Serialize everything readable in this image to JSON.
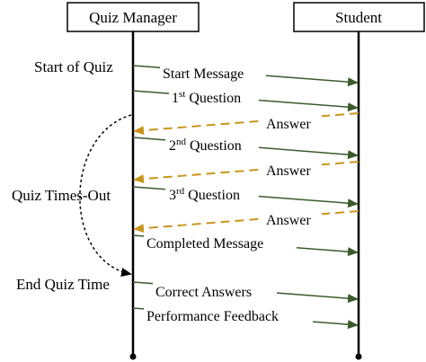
{
  "diagram_type": "sequence",
  "participants": [
    {
      "id": "quiz-manager",
      "label": "Quiz Manager"
    },
    {
      "id": "student",
      "label": "Student"
    }
  ],
  "events": {
    "start": "Start of Quiz",
    "timeout": "Quiz Times-Out",
    "end": "End Quiz Time"
  },
  "messages": [
    {
      "id": "start-message",
      "from": "quiz-manager",
      "to": "student",
      "label": "Start Message",
      "style": "solid"
    },
    {
      "id": "question-1",
      "from": "quiz-manager",
      "to": "student",
      "label_num": "1",
      "label_sup": "st",
      "label_rest": " Question",
      "style": "solid"
    },
    {
      "id": "answer-1",
      "from": "student",
      "to": "quiz-manager",
      "label": "Answer",
      "style": "dashed"
    },
    {
      "id": "question-2",
      "from": "quiz-manager",
      "to": "student",
      "label_num": "2",
      "label_sup": "nd",
      "label_rest": " Question",
      "style": "solid"
    },
    {
      "id": "answer-2",
      "from": "student",
      "to": "quiz-manager",
      "label": "Answer",
      "style": "dashed"
    },
    {
      "id": "question-3",
      "from": "quiz-manager",
      "to": "student",
      "label_num": "3",
      "label_sup": "rd",
      "label_rest": " Question",
      "style": "solid"
    },
    {
      "id": "answer-3",
      "from": "student",
      "to": "quiz-manager",
      "label": "Answer",
      "style": "dashed"
    },
    {
      "id": "completed-message",
      "from": "quiz-manager",
      "to": "student",
      "label": "Completed Message",
      "style": "solid"
    },
    {
      "id": "correct-answers",
      "from": "quiz-manager",
      "to": "student",
      "label": "Correct Answers",
      "style": "solid"
    },
    {
      "id": "performance-feedback",
      "from": "quiz-manager",
      "to": "student",
      "label": "Performance Feedback",
      "style": "solid"
    }
  ],
  "colors": {
    "solid_arrow": "#3a5a2c",
    "dashed_arrow": "#c8961e",
    "lifeline": "#000000",
    "timeout_curve": "#000000"
  }
}
